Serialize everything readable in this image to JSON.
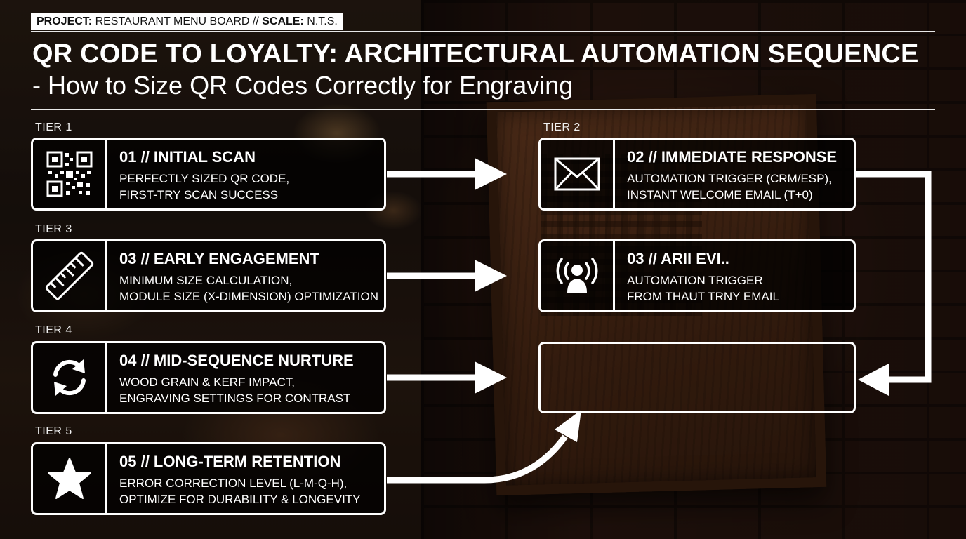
{
  "header": {
    "project_key": "PROJECT:",
    "project_value": "RESTAURANT MENU BOARD //",
    "scale_key": "SCALE:",
    "scale_value": "N.T.S.",
    "title": "QR CODE TO LOYALTY: ARCHITECTURAL AUTOMATION SEQUENCE",
    "subtitle": "- How to Size QR Codes Correctly for Engraving"
  },
  "tiers": [
    {
      "label": "TIER 1",
      "icon": "qr-code-icon",
      "title": "01 // INITIAL SCAN",
      "lines": [
        "PERFECTLY SIZED QR CODE,",
        "FIRST-TRY SCAN SUCCESS"
      ]
    },
    {
      "label": "TIER 2",
      "icon": "envelope-icon",
      "title": "02 // IMMEDIATE RESPONSE",
      "lines": [
        "AUTOMATION TRIGGER (CRM/ESP),",
        "INSTANT WELCOME EMAIL (T+0)"
      ]
    },
    {
      "label": "TIER 3",
      "icon": "ruler-icon",
      "title": "03 // EARLY ENGAGEMENT",
      "lines": [
        "MINIMUM SIZE CALCULATION,",
        "MODULE SIZE (X-DIMENSION) OPTIMIZATION"
      ]
    },
    {
      "label": "",
      "icon": "broadcast-user-icon",
      "title": "03 // ARII EVI..",
      "lines": [
        "AUTOMATION TRIGGER",
        "FROM THAUT TRNY EMAIL"
      ]
    },
    {
      "label": "TIER 4",
      "icon": "refresh-cycle-icon",
      "title": "04 // MID-SEQUENCE NURTURE",
      "lines": [
        "WOOD GRAIN & KERF IMPACT,",
        "ENGRAVING SETTINGS FOR CONTRAST"
      ]
    },
    {
      "label": "TIER 5",
      "icon": "star-icon",
      "title": "05 // LONG-TERM RETENTION",
      "lines": [
        "ERROR CORRECTION LEVEL (L-M-Q-H),",
        "OPTIMIZE FOR DURABILITY & LONGEVITY"
      ]
    }
  ],
  "colors": {
    "stroke": "#ffffff",
    "card_fill": "#000000",
    "brick": "#5a3122",
    "wood": "#6b3d22"
  }
}
